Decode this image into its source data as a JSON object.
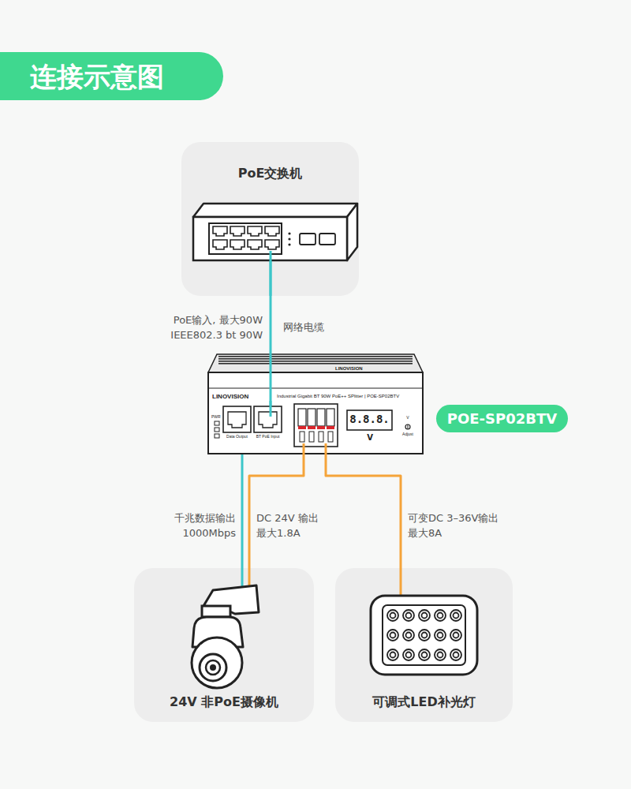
{
  "diagram": {
    "title": "连接示意图",
    "nodes": [
      {
        "text": [
          "PoE交换机"
        ]
      },
      {
        "text": [
          "LINOVISION",
          "LINOVISION",
          "Industrial Gigabit BT 90W PoE++ SPlitter | POE-SP02BTV",
          "PWR",
          "Data Output",
          "BT PoE Input",
          "8.8.8.",
          "V",
          "V",
          "Adjust"
        ]
      },
      {
        "text": [
          "POE-SP02BTV"
        ]
      },
      {
        "text": [
          "24V 非PoE摄像机"
        ]
      },
      {
        "text": [
          "可调式LED补光灯"
        ]
      }
    ],
    "edges": [
      {
        "from": 0,
        "to": 1,
        "arrow": "none",
        "label": "网络电缆"
      },
      {
        "from": 1,
        "to": 3,
        "arrow": "none",
        "label": "千兆数据输出 1000Mbps"
      },
      {
        "from": 1,
        "to": 3,
        "arrow": "none",
        "label": "DC 24V 输出 最大1.8A"
      },
      {
        "from": 1,
        "to": 4,
        "arrow": "none",
        "label": "可变DC 3–36V输出 最大8A"
      }
    ],
    "labels": [
      "PoE输入, 最大90W IEEE802.3 bt 90W"
    ]
  }
}
